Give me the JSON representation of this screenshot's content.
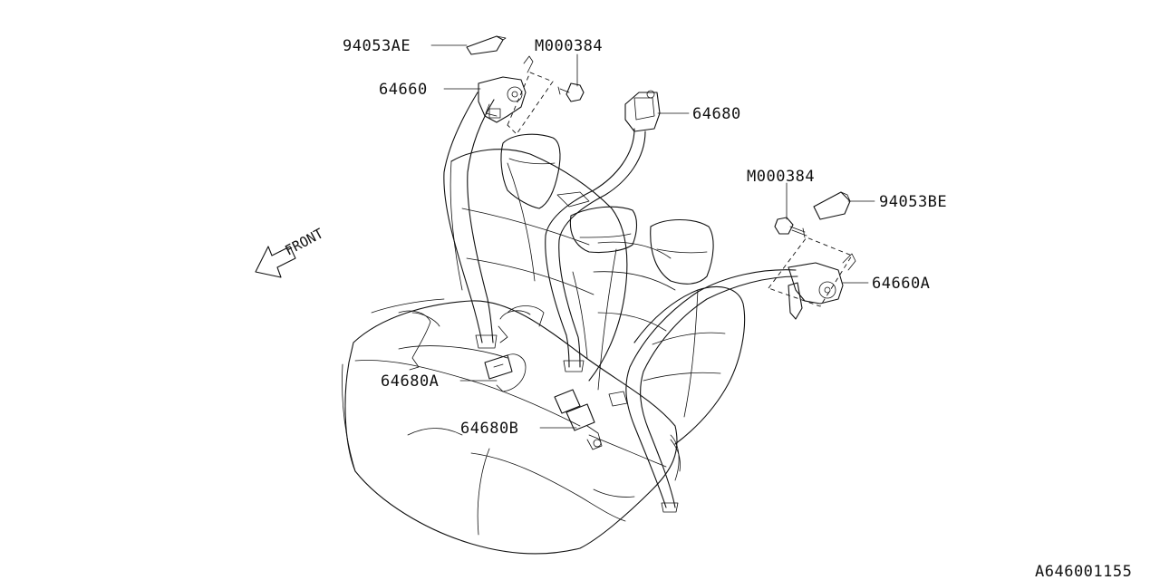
{
  "labels": {
    "p94053ae": "94053AE",
    "m000384_top": "M000384",
    "p64660": "64660",
    "p64680": "64680",
    "m000384_right": "M000384",
    "p94053be": "94053BE",
    "p64660a": "64660A",
    "p64680a": "64680A",
    "p64680b": "64680B"
  },
  "front_label": "FRONT",
  "drawing_id": "A646001155"
}
